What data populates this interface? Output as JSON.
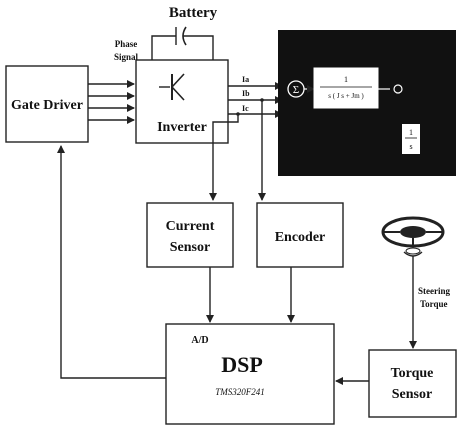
{
  "labels": {
    "battery": "Battery",
    "phase_signal_line1": "Phase",
    "phase_signal_line2": "Signal",
    "gate_driver": "Gate Driver",
    "inverter": "Inverter",
    "ia": "Ia",
    "ib": "Ib",
    "ic": "Ic",
    "current_sensor_line1": "Current",
    "current_sensor_line2": "Sensor",
    "encoder": "Encoder",
    "ad": "A/D",
    "dsp": "DSP",
    "dsp_chip": "TMS320F241",
    "torque_sensor_line1": "Torque",
    "torque_sensor_line2": "Sensor",
    "steering_line1": "Steering",
    "steering_line2": "Torque",
    "sigma": "Σ",
    "tf_numerator": "1",
    "tf_denominator": "s ( J  s  + Jm )",
    "integrator_numerator": "1",
    "integrator_denominator": "s"
  }
}
